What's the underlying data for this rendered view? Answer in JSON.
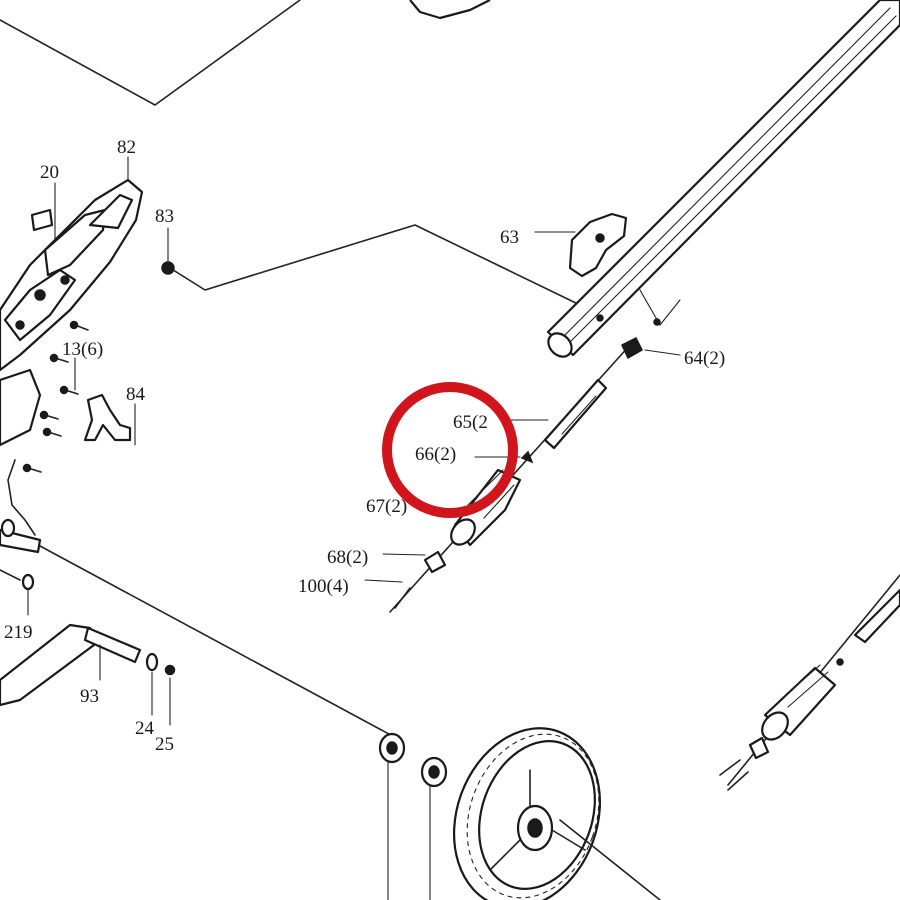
{
  "labels": {
    "l20": "20",
    "l82": "82",
    "l83": "83",
    "l13": "13(6)",
    "l84": "84",
    "l63": "63",
    "l64": "64(2)",
    "l65": "65(2",
    "l66": "66(2)",
    "l67": "67(2)",
    "l68": "68(2)",
    "l100": "100(4)",
    "l219": "219",
    "l93": "93",
    "l24": "24",
    "l25": "25"
  },
  "colors": {
    "highlight_ring": "#d0161c",
    "ink": "#1a1a1a"
  }
}
